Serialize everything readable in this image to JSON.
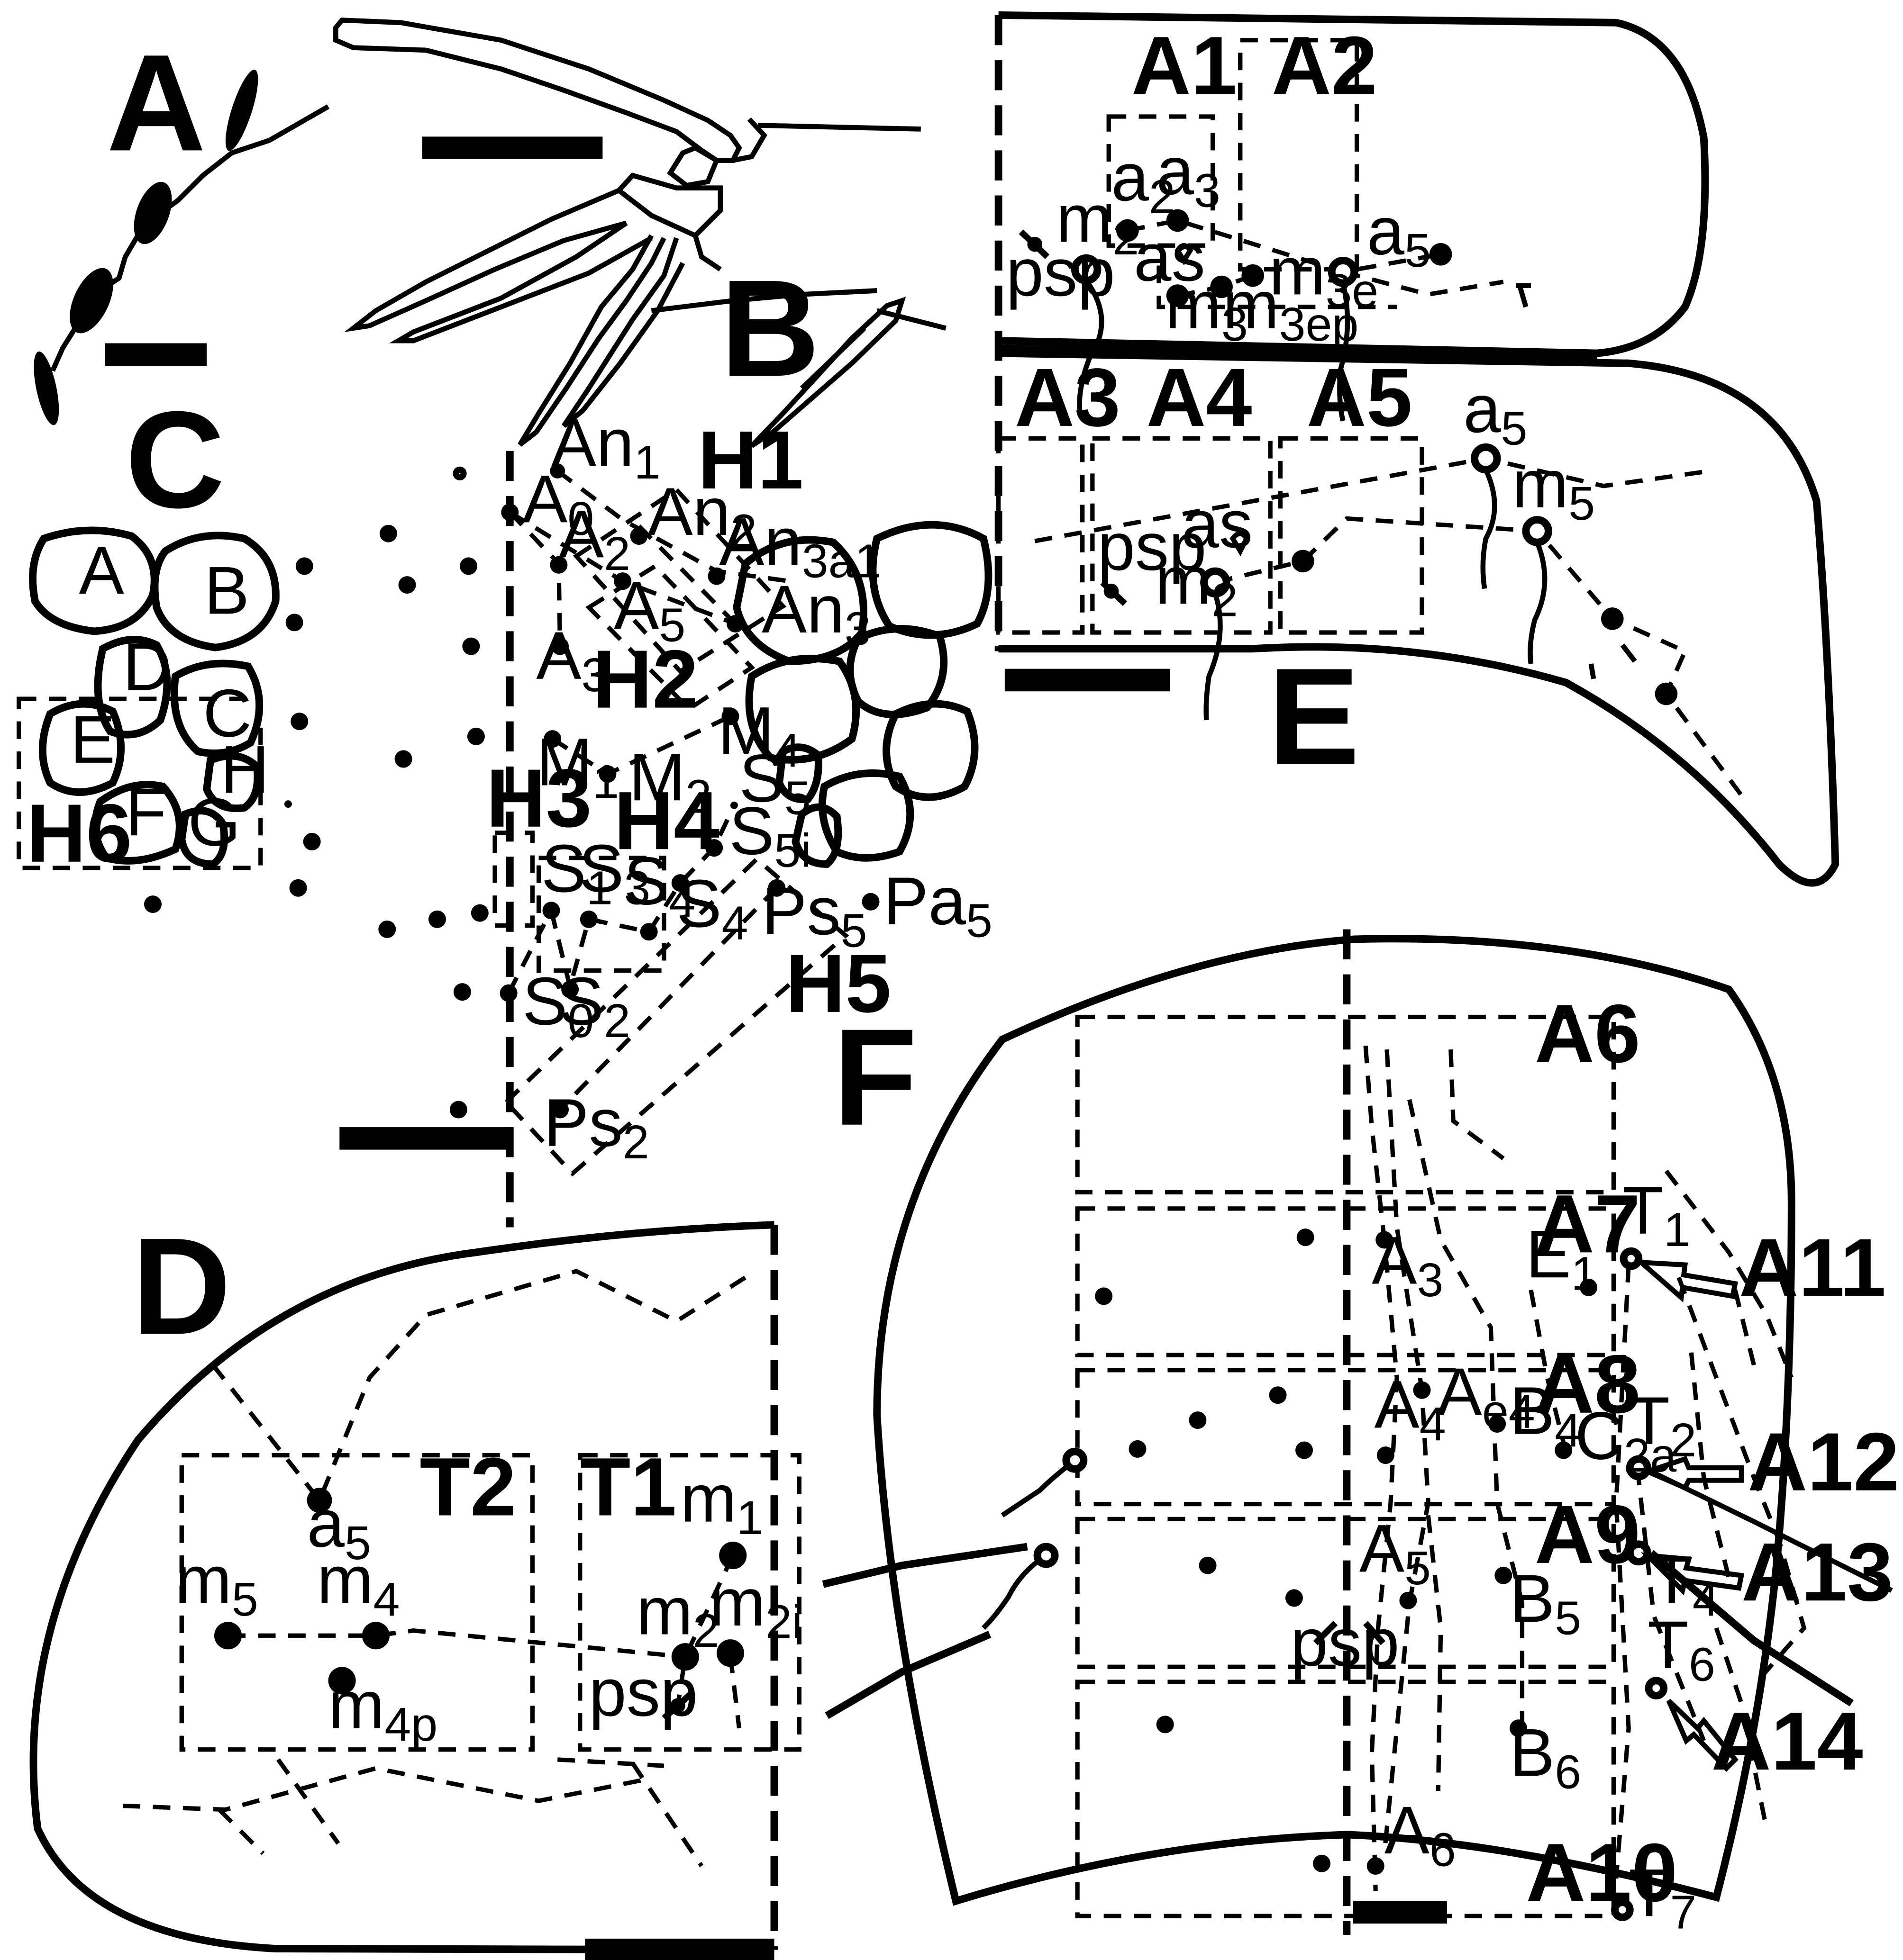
{
  "panels": {
    "A": "A",
    "B": "B",
    "C": "C",
    "D": "D",
    "E": "E",
    "F": "F"
  },
  "boxes": {
    "H1": "H1",
    "H2": "H2",
    "H3": "H3",
    "H4": "H4",
    "H5": "H5",
    "H6": "H6",
    "T1": "T1",
    "T2": "T2",
    "A1": "A1",
    "A2": "A2",
    "A3": "A3",
    "A4": "A4",
    "A5": "A5",
    "A6": "A6",
    "A7": "A7",
    "A8": "A8",
    "A9": "A9",
    "A10": "A10",
    "A11": "A11",
    "A12": "A12",
    "A13": "A13",
    "A14": "A14"
  },
  "eyes": [
    "A",
    "B",
    "C",
    "D",
    "E",
    "F",
    "G",
    "H"
  ],
  "labels": {
    "head": [
      {
        "b": "An",
        "s": "1"
      },
      {
        "b": "A",
        "s": "0"
      },
      {
        "b": "An",
        "s": "2"
      },
      {
        "b": "A",
        "s": "2"
      },
      {
        "b": "An",
        "s": "3a1"
      },
      {
        "b": "A",
        "s": "5"
      },
      {
        "b": "An",
        "s": "3"
      },
      {
        "b": "A",
        "s": "3"
      },
      {
        "b": "M",
        "s": "1"
      },
      {
        "b": "M",
        "s": "2"
      },
      {
        "b": "M",
        "s": "4"
      },
      {
        "b": "S",
        "s": "5"
      },
      {
        "b": "S",
        "s": "5i"
      },
      {
        "b": "S",
        "s": "1"
      },
      {
        "b": "S",
        "s": "3"
      },
      {
        "b": "S",
        "s": "4"
      },
      {
        "b": "S",
        "s": "4"
      },
      {
        "b": "Ps",
        "s": "5"
      },
      {
        "b": "Pa",
        "s": "5"
      },
      {
        "b": "S",
        "s": "0"
      },
      {
        "b": "S",
        "s": "2"
      },
      {
        "b": "Ps",
        "s": "2"
      }
    ],
    "thorax": [
      {
        "b": "a",
        "s": "5"
      },
      {
        "b": "m",
        "s": "1"
      },
      {
        "b": "m",
        "s": "5"
      },
      {
        "b": "m",
        "s": "4"
      },
      {
        "b": "m",
        "s": "2"
      },
      {
        "b": "m",
        "s": "2i"
      },
      {
        "b": "m",
        "s": "4p"
      },
      {
        "b": "psp",
        "s": ""
      }
    ],
    "abdomenE": [
      {
        "b": "a",
        "s": "2"
      },
      {
        "b": "a",
        "s": "3"
      },
      {
        "b": "m",
        "s": "2"
      },
      {
        "b": "a",
        "s": "5"
      },
      {
        "b": "psp",
        "s": ""
      },
      {
        "b": "as",
        "s": ""
      },
      {
        "b": "m",
        "s": "3e"
      },
      {
        "b": "m",
        "s": "3"
      },
      {
        "b": "m",
        "s": "3ep"
      },
      {
        "b": "a",
        "s": "5"
      },
      {
        "b": "m",
        "s": "5"
      },
      {
        "b": "psp",
        "s": ""
      },
      {
        "b": "as",
        "s": ""
      },
      {
        "b": "m",
        "s": "2"
      }
    ],
    "abdomenF": [
      {
        "b": "T",
        "s": "1"
      },
      {
        "b": "E",
        "s": "1"
      },
      {
        "b": "A",
        "s": "3"
      },
      {
        "b": "A",
        "s": "e4"
      },
      {
        "b": "A",
        "s": "4"
      },
      {
        "b": "B",
        "s": "4"
      },
      {
        "b": "C",
        "s": "2a"
      },
      {
        "b": "T",
        "s": "2"
      },
      {
        "b": "A",
        "s": "5"
      },
      {
        "b": "T",
        "s": "4"
      },
      {
        "b": "B",
        "s": "5"
      },
      {
        "b": "psp",
        "s": ""
      },
      {
        "b": "T",
        "s": "6"
      },
      {
        "b": "B",
        "s": "6"
      },
      {
        "b": "A",
        "s": "6"
      },
      {
        "b": "T",
        "s": "7"
      }
    ]
  }
}
